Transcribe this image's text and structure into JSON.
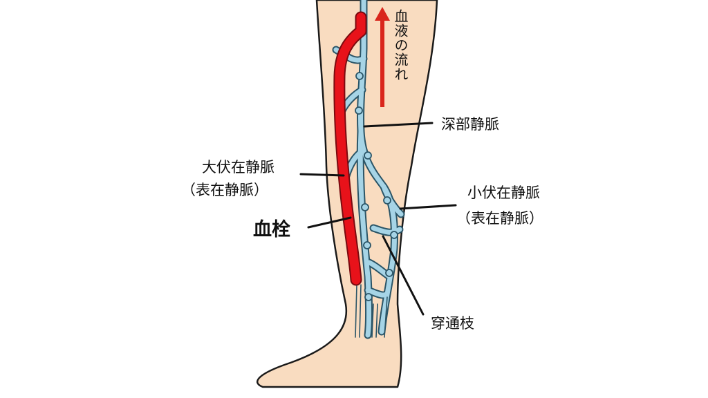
{
  "colors": {
    "skin": "#f9dcc0",
    "outline": "#1a1a1a",
    "vein": "#a6d4e6",
    "vein_outline": "#2b5567",
    "clot": "#e8121a",
    "arrow": "#d9261c"
  },
  "labels": {
    "blood_flow": "血液の流れ",
    "deep_vein": "深部静脈",
    "great_saphenous_line1": "大伏在静脈",
    "great_saphenous_line2": "（表在静脈）",
    "clot": "血栓",
    "small_saphenous_line1": "小伏在静脈",
    "small_saphenous_line2": "（表在静脈）",
    "perforator": "穿通枝"
  }
}
